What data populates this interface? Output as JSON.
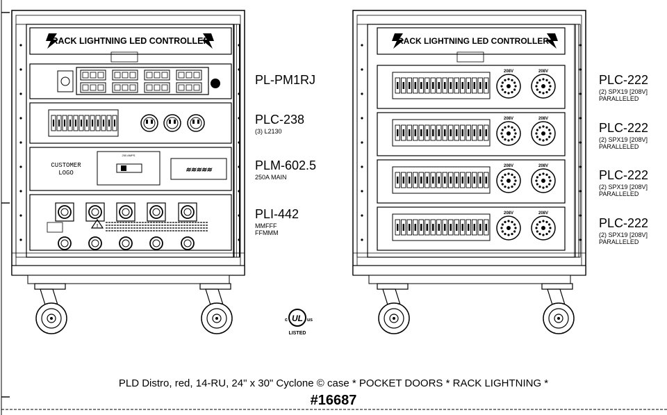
{
  "banner": {
    "text": "RACK LIGHTNING LED CONTROLLER"
  },
  "left_rack": {
    "customer_logo": [
      "CUSTOMER",
      "LOGO"
    ],
    "breaker_rating": "250 AMPS",
    "panels": [
      {
        "name": "PL-PM1RJ",
        "desc": []
      },
      {
        "name": "PLC-238",
        "desc": [
          "(3) L2130"
        ]
      },
      {
        "name": "PLM-602.5",
        "desc": [
          "250A MAIN"
        ]
      },
      {
        "name": "PLI-442",
        "desc": [
          "MMFFF",
          "FFMMM"
        ]
      }
    ]
  },
  "right_rack": {
    "panel_voltage": "208V",
    "panels": [
      {
        "name": "PLC-222",
        "desc": [
          "(2) SPX19 [208V]",
          "PARALLELED"
        ]
      },
      {
        "name": "PLC-222",
        "desc": [
          "(2) SPX19 [208V]",
          "PARALLELED"
        ]
      },
      {
        "name": "PLC-222",
        "desc": [
          "(2) SPX19 [208V]",
          "PARALLELED"
        ]
      },
      {
        "name": "PLC-222",
        "desc": [
          "(2) SPX19 [208V]",
          "PARALLELED"
        ]
      }
    ]
  },
  "ul_mark": {
    "c": "c",
    "ul": "UL",
    "us": "us",
    "listed": "LISTED"
  },
  "footer": {
    "description": "PLD Distro, red, 14-RU, 24\" x 30\" Cyclone © case  * POCKET DOORS * RACK LIGHTNING *",
    "part_number": "#16687"
  }
}
